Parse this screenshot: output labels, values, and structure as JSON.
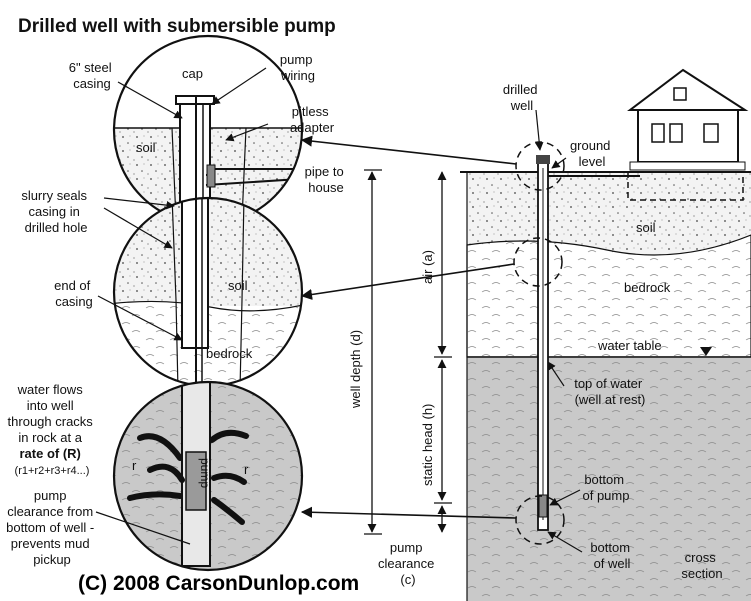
{
  "title": "Drilled well with submersible pump",
  "copyright": "(C) 2008 CarsonDunlop.com",
  "labels": {
    "steel_casing": [
      "6\" steel",
      "casing"
    ],
    "cap": "cap",
    "pump_wiring": [
      "pump",
      "wiring"
    ],
    "pitless_adapter": [
      "pitless",
      "adapter"
    ],
    "pipe_to_house": [
      "pipe to",
      "house"
    ],
    "soil_circle": "soil",
    "slurry_seals": [
      "slurry seals",
      "casing in",
      "drilled hole"
    ],
    "end_of_casing": [
      "end of",
      "casing"
    ],
    "soil_circle2": "soil",
    "bedrock_circle": "bedrock",
    "water_flows": [
      "water flows",
      "into well",
      "through cracks",
      "in rock at a",
      "rate of (R)",
      "(r1+r2+r3+r4...)"
    ],
    "pump_in_circle": "pump",
    "r_marks": [
      "r",
      "r"
    ],
    "pump_clearance_note": [
      "pump",
      "clearance from",
      "bottom of well -",
      "prevents mud",
      "pickup"
    ],
    "drilled_well": [
      "drilled",
      "well"
    ],
    "ground_level": [
      "ground",
      "level"
    ],
    "soil": "soil",
    "bedrock": "bedrock",
    "water_table": "water table",
    "top_of_water": [
      "top of water",
      "(well at rest)"
    ],
    "bottom_of_pump": [
      "bottom",
      "of pump"
    ],
    "bottom_of_well": [
      "bottom",
      "of well"
    ],
    "cross_section": [
      "cross",
      "section"
    ],
    "well_depth": "well depth (d)",
    "air": "air (a)",
    "static_head": "static head (h)",
    "pump_clearance": [
      "pump",
      "clearance",
      "(c)"
    ]
  },
  "colors": {
    "ink": "#111111",
    "soil_fill": "#f2f2f2",
    "rock_fill": "#ffffff",
    "water_fill": "#c8c8c8",
    "pump_fill": "#9a9a9a"
  }
}
